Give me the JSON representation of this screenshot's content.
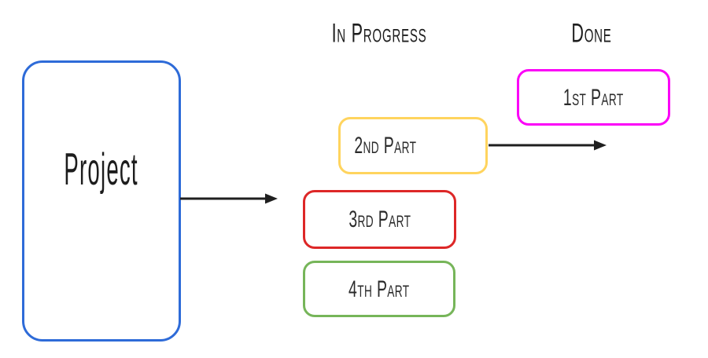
{
  "diagram": {
    "background_color": "#ffffff",
    "arrow_color": "#1f1f1f",
    "project": {
      "label": "Project",
      "border_color": "#2e6bd8"
    },
    "columns": {
      "in_progress": {
        "header": "In Progress"
      },
      "done": {
        "header": "Done"
      }
    },
    "cards": [
      {
        "label": "1st Part",
        "border_color": "#fb00f7",
        "column": "Done"
      },
      {
        "label": "2nd Part",
        "border_color": "#ffd45e",
        "column": "In Progress"
      },
      {
        "label": "3rd Part",
        "border_color": "#dd2727",
        "column": "In Progress"
      },
      {
        "label": "4th Part",
        "border_color": "#76b559",
        "column": "In Progress"
      }
    ],
    "arrows": [
      {
        "from": "project",
        "to": "in-progress-cards"
      },
      {
        "from": "2nd-part-card",
        "to": "done-column"
      }
    ]
  }
}
